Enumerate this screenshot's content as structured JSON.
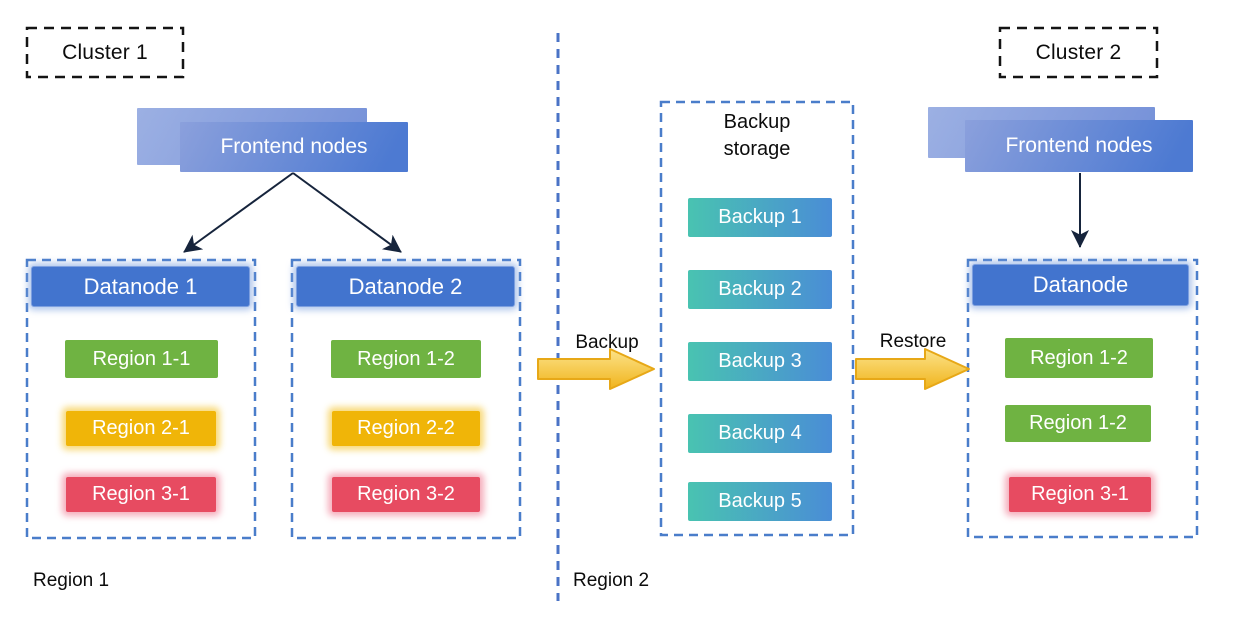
{
  "cluster1": {
    "label": "Cluster 1",
    "frontend": "Frontend nodes",
    "datanode1": {
      "title": "Datanode 1",
      "regions": [
        "Region 1-1",
        "Region 2-1",
        "Region 3-1"
      ]
    },
    "datanode2": {
      "title": "Datanode 2",
      "regions": [
        "Region 1-2",
        "Region 2-2",
        "Region 3-2"
      ]
    },
    "footer": "Region 1"
  },
  "cluster2": {
    "label": "Cluster 2",
    "frontend": "Frontend nodes",
    "datanode": {
      "title": "Datanode",
      "regions": [
        "Region 1-2",
        "Region 1-2",
        "Region 3-1"
      ]
    },
    "footer": "Region 2"
  },
  "backup_storage": {
    "title": "Backup storage",
    "items": [
      "Backup 1",
      "Backup 2",
      "Backup 3",
      "Backup 4",
      "Backup 5"
    ]
  },
  "flows": {
    "backup": "Backup",
    "restore": "Restore"
  },
  "colors": {
    "node-blue": "#4274ce",
    "frontend-light": "#9cb0e3",
    "frontend-mid": "#7490d8",
    "frontend-grad-a": "#8ba0dc",
    "frontend-grad-b": "#4d7ad2",
    "region-green": "#6fb342",
    "region-yellow": "#f0b508",
    "region-red": "#e74b61",
    "backup-teal": "#49c3b1",
    "backup-blue": "#4a8dd6",
    "arrow-gold-light": "#fce38a",
    "arrow-gold": "#f0b41c",
    "dash-blue": "#4a7dca",
    "line-dark": "#16243c"
  }
}
